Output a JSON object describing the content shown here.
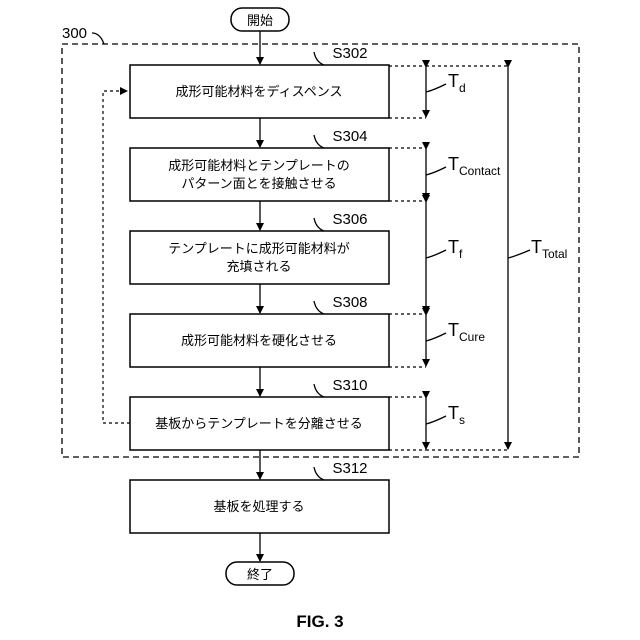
{
  "figure": {
    "label": "300",
    "caption": "FIG. 3",
    "start": "開始",
    "end": "終了",
    "steps": [
      {
        "id": "S302",
        "lines": [
          "成形可能材料をディスペンス"
        ]
      },
      {
        "id": "S304",
        "lines": [
          "成形可能材料とテンプレートの",
          "パターン面とを接触させる"
        ]
      },
      {
        "id": "S306",
        "lines": [
          "テンプレートに成形可能材料が",
          "充填される"
        ]
      },
      {
        "id": "S308",
        "lines": [
          "成形可能材料を硬化させる"
        ]
      },
      {
        "id": "S310",
        "lines": [
          "基板からテンプレートを分離させる"
        ]
      },
      {
        "id": "S312",
        "lines": [
          "基板を処理する"
        ]
      }
    ],
    "durations": [
      {
        "main": "T",
        "sub": "d"
      },
      {
        "main": "T",
        "sub": "Contact"
      },
      {
        "main": "T",
        "sub": "f"
      },
      {
        "main": "T",
        "sub": "Cure"
      },
      {
        "main": "T",
        "sub": "s"
      }
    ],
    "total": {
      "main": "T",
      "sub": "Total"
    }
  }
}
